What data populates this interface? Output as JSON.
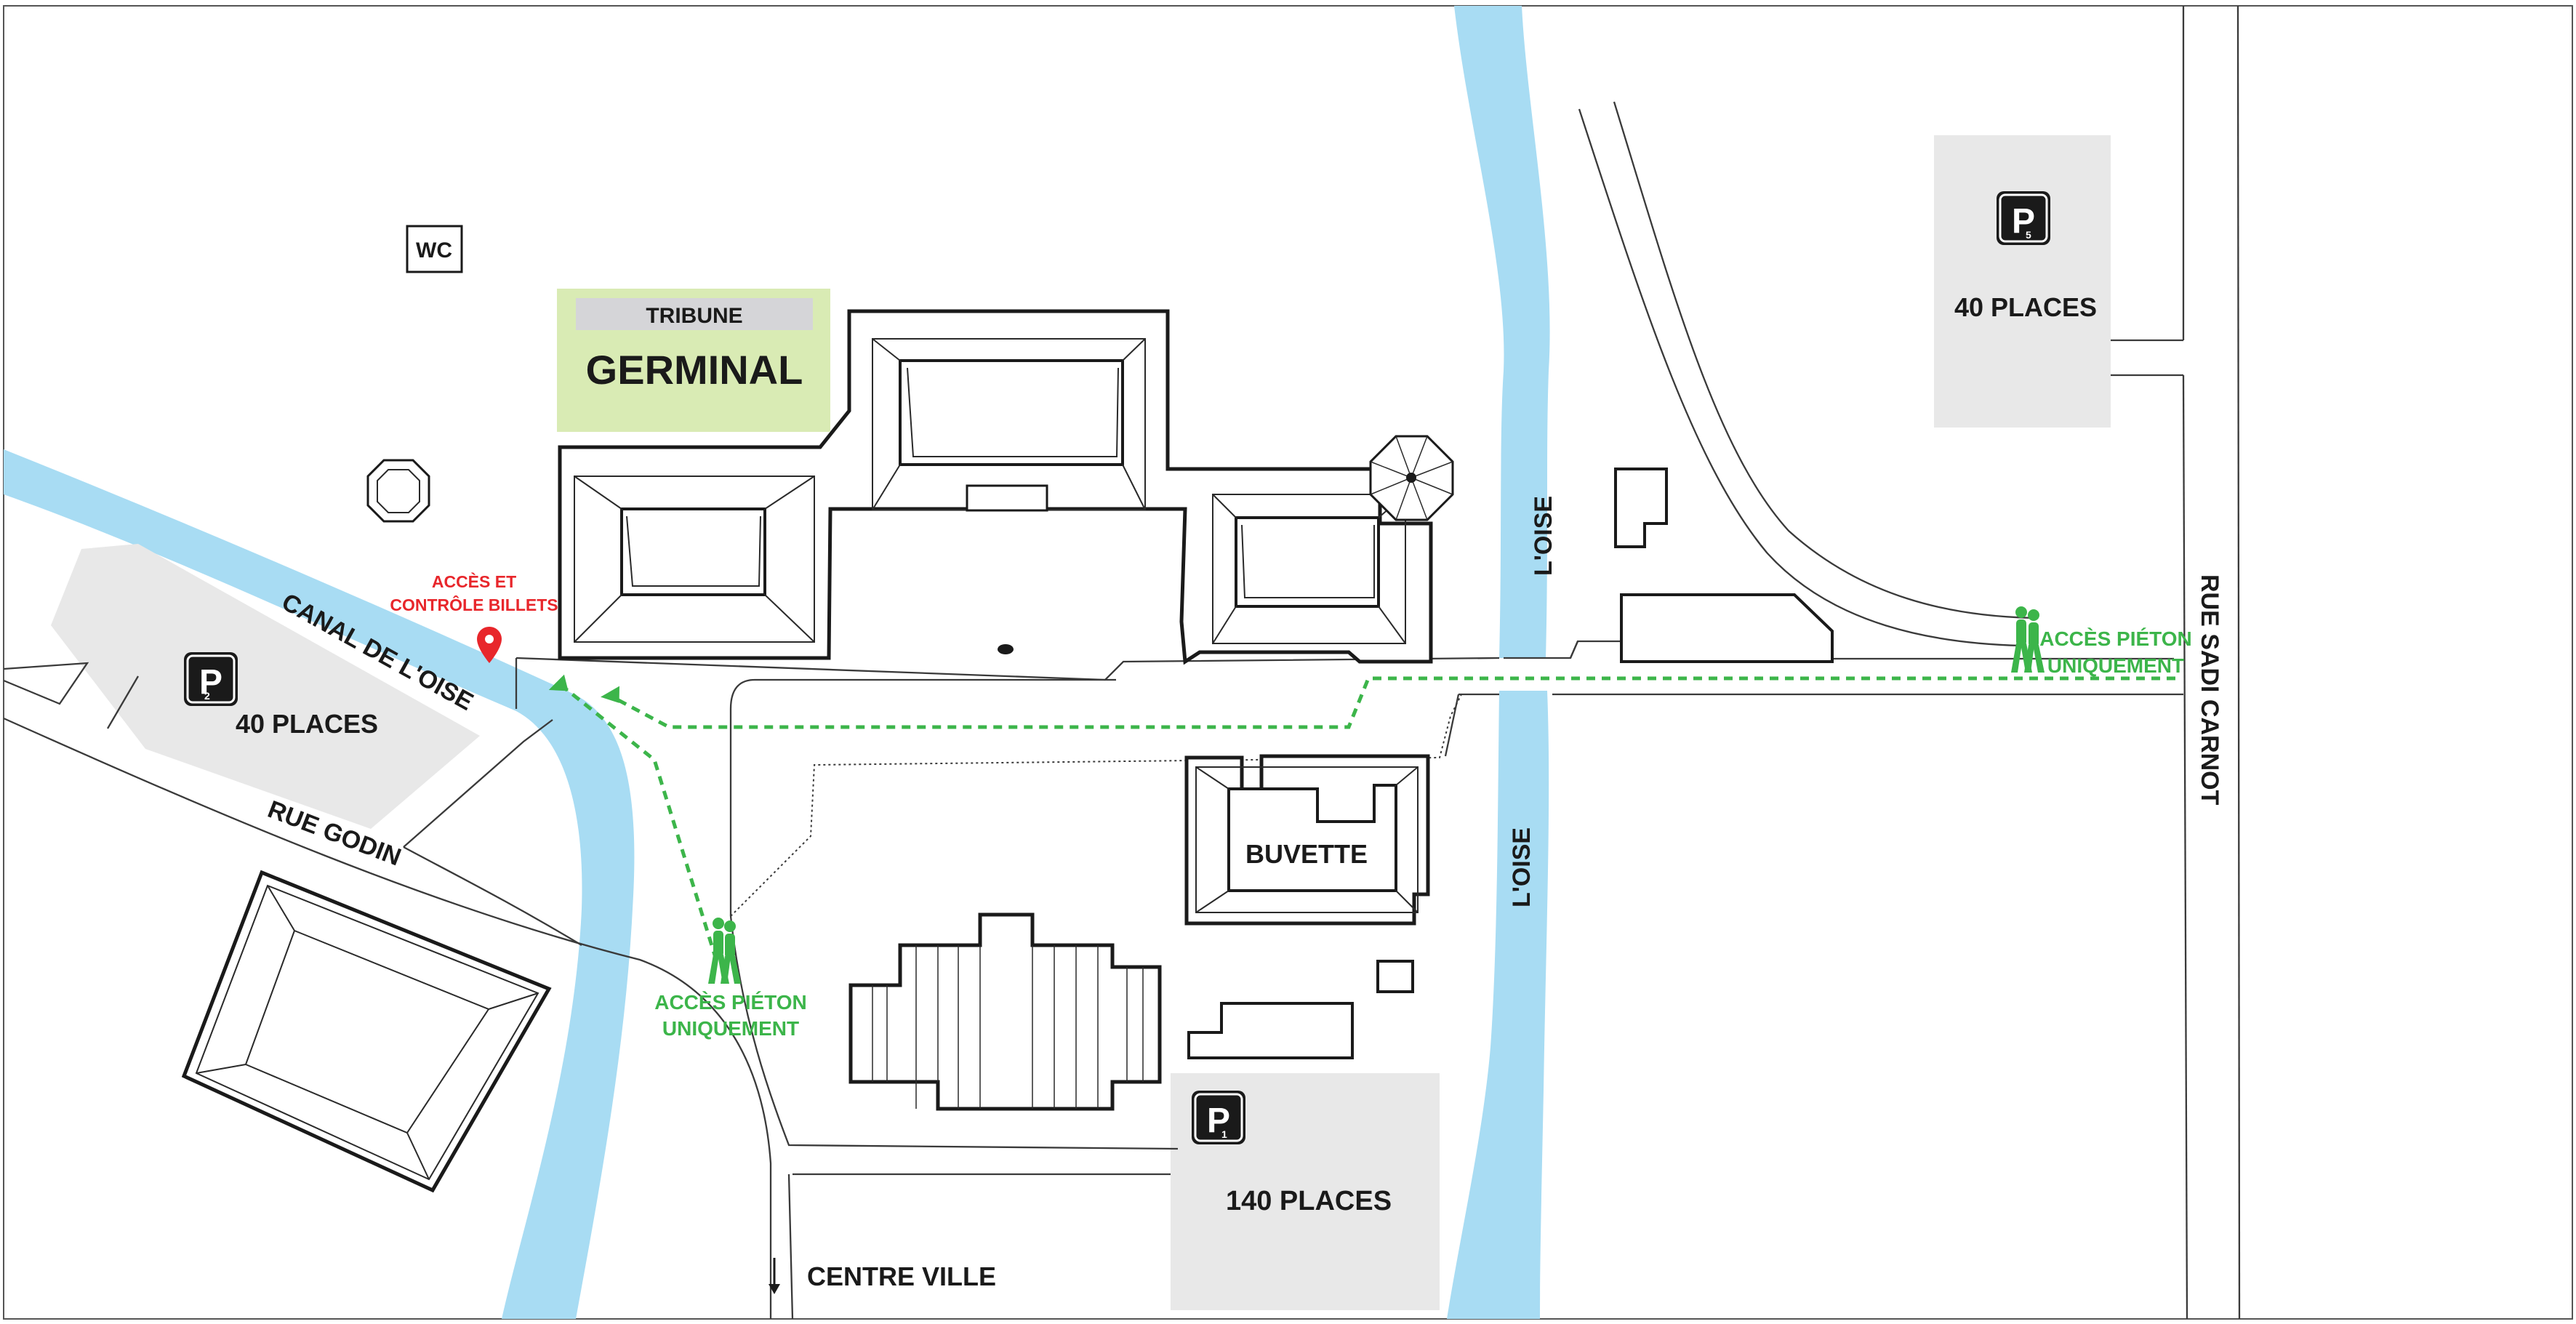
{
  "map": {
    "waterways": [
      "CANAL DE L'OISE",
      "L'OISE",
      "L'OISE"
    ],
    "streets": [
      "RUE GODIN",
      "RUE SADI CARNOT"
    ],
    "direction_label": "CENTRE VILLE",
    "tribune": {
      "label": "TRIBUNE",
      "name": "GERMINAL"
    },
    "wc_label": "WC",
    "buvette_label": "BUVETTE",
    "ticket_access": {
      "line1": "ACCÈS ET",
      "line2": "CONTRÔLE BILLETS"
    },
    "pedestrian_access": [
      {
        "line1": "ACCÈS PIÉTON",
        "line2": "UNIQUEMENT"
      },
      {
        "line1": "ACCÈS PIÉTON",
        "line2": "UNIQUEMENT"
      }
    ],
    "parkings": [
      {
        "symbol": "P",
        "number": "5",
        "places": "40 PLACES"
      },
      {
        "symbol": "P",
        "number": "2",
        "places": "40 PLACES"
      },
      {
        "symbol": "P",
        "number": "1",
        "places": "140 PLACES"
      }
    ],
    "colors": {
      "water": "#a8dcf3",
      "parking": "#e8e8e8",
      "tribune": "#d9ebb4",
      "tribune_band": "#d5d5d8",
      "pedestrian": "#3cb54a",
      "ticket_marker": "#e8262b",
      "roads": "#3a3a3a"
    }
  }
}
